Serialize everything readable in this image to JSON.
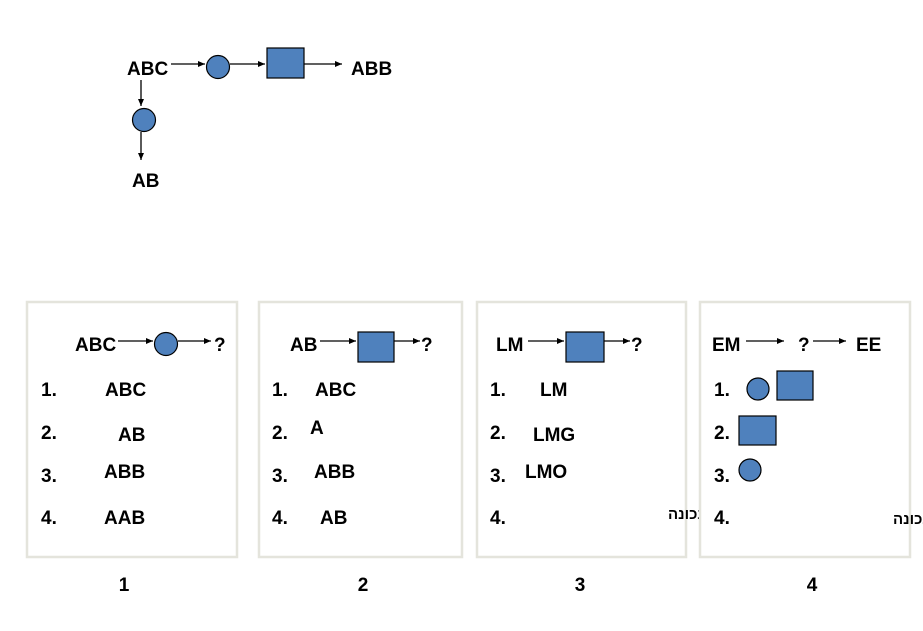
{
  "example": {
    "input": "ABC",
    "output_right": "ABB",
    "output_down": "AB"
  },
  "panels": [
    {
      "caption": "1",
      "rule": {
        "input": "ABC",
        "output": "?"
      },
      "options": [
        {
          "num": "1.",
          "text": "ABC"
        },
        {
          "num": "2.",
          "text": "AB"
        },
        {
          "num": "3.",
          "text": "ABB"
        },
        {
          "num": "4.",
          "text": "AAB"
        }
      ]
    },
    {
      "caption": "2",
      "rule": {
        "input": "AB",
        "output": "?"
      },
      "options": [
        {
          "num": "1.",
          "text": "ABC"
        },
        {
          "num": "2.",
          "text": "A"
        },
        {
          "num": "3.",
          "text": "ABB"
        },
        {
          "num": "4.",
          "text": "AB"
        }
      ]
    },
    {
      "caption": "3",
      "rule": {
        "input": "LM",
        "output": "?"
      },
      "options": [
        {
          "num": "1.",
          "text": "LM"
        },
        {
          "num": "2.",
          "text": "LMG"
        },
        {
          "num": "3.",
          "text": "LMO"
        },
        {
          "num": "4.",
          "text": "אף תשובה לא נכונה"
        }
      ]
    },
    {
      "caption": "4",
      "rule": {
        "input": "EM",
        "middle": "?",
        "output": "EE"
      },
      "options": [
        {
          "num": "1.",
          "shapes": [
            "circle-icon",
            "square-icon"
          ]
        },
        {
          "num": "2.",
          "shapes": [
            "square-icon"
          ]
        },
        {
          "num": "3.",
          "shapes": [
            "circle-icon"
          ]
        },
        {
          "num": "4.",
          "text": "אף תשובה לא נכונה"
        }
      ]
    }
  ],
  "colors": {
    "shape_fill": "#4F81BD",
    "panel_border": "#E4E4DC"
  }
}
